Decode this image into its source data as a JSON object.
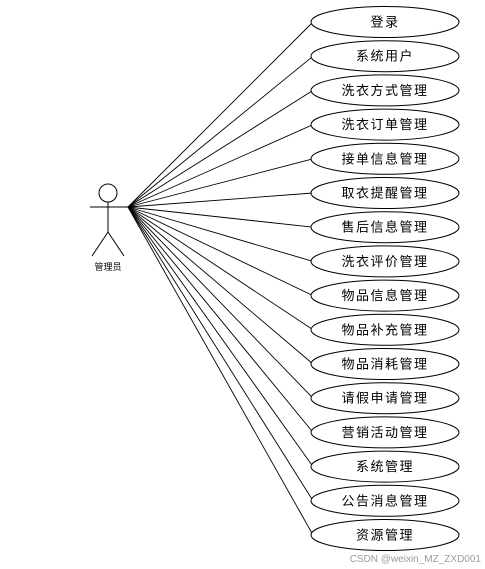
{
  "actor": {
    "label": "管理员"
  },
  "use_cases": [
    "登录",
    "系统用户",
    "洗衣方式管理",
    "洗衣订单管理",
    "接单信息管理",
    "取衣提醒管理",
    "售后信息管理",
    "洗衣评价管理",
    "物品信息管理",
    "物品补充管理",
    "物品消耗管理",
    "请假申请管理",
    "营销活动管理",
    "系统管理",
    "公告消息管理",
    "资源管理"
  ],
  "watermark": "CSDN @weixin_MZ_ZXD001"
}
